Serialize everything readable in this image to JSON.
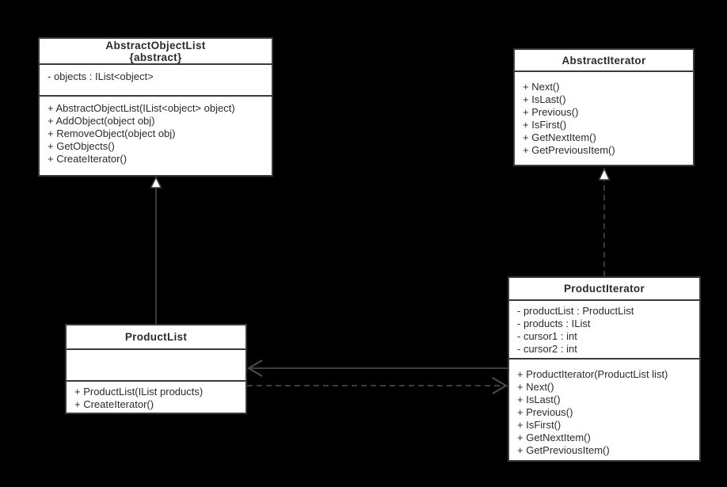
{
  "diagram": {
    "title": "Iterator pattern UML class diagram",
    "colors": {
      "background": "#000000",
      "box_fill": "#ffffff",
      "box_border": "#3a3a3a",
      "connector": "#474747",
      "text": "#2b2b2b",
      "triangle_fill": "#ffffff"
    }
  },
  "classes": [
    {
      "name": "AbstractObjectList",
      "stereotype": "{abstract}",
      "attributes": [
        "- objects : IList<object>"
      ],
      "methods": [
        "+ AbstractObjectList(IList<object> object)",
        "+ AddObject(object obj)",
        "+ RemoveObject(object obj)",
        "+ GetObjects()",
        "+ CreateIterator()"
      ]
    },
    {
      "name": "AbstractIterator",
      "stereotype": "",
      "attributes": [],
      "methods": [
        "+ Next()",
        "+ IsLast()",
        "+ Previous()",
        "+ IsFirst()",
        "+ GetNextItem()",
        "+ GetPreviousItem()"
      ]
    },
    {
      "name": "ProductList",
      "stereotype": "",
      "attributes": [],
      "methods": [
        "+ ProductList(IList products)",
        "+ CreateIterator()"
      ]
    },
    {
      "name": "ProductIterator",
      "stereotype": "",
      "attributes": [
        "- productList : ProductList",
        "- products : IList",
        "- cursor1 : int",
        "- cursor2 : int"
      ],
      "methods": [
        "+ ProductIterator(ProductList list)",
        "+ Next()",
        "+ IsLast()",
        "+ Previous()",
        "+ IsFirst()",
        "+ GetNextItem()",
        "+ GetPreviousItem()"
      ]
    }
  ],
  "relations": [
    {
      "type": "generalization",
      "from": "ProductList",
      "to": "AbstractObjectList",
      "line": "solid",
      "head": "hollow-triangle"
    },
    {
      "type": "realization",
      "from": "ProductIterator",
      "to": "AbstractIterator",
      "line": "dashed",
      "head": "hollow-triangle"
    },
    {
      "type": "association",
      "from": "ProductIterator",
      "to": "ProductList",
      "line": "solid",
      "head": "open-arrow"
    },
    {
      "type": "dependency",
      "from": "ProductList",
      "to": "ProductIterator",
      "line": "dashed",
      "head": "open-arrow"
    }
  ]
}
